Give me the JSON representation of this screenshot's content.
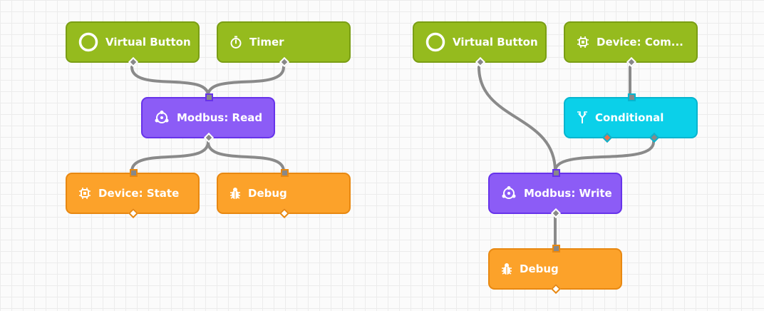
{
  "flow_left": {
    "virtual_button": "Virtual Button",
    "timer": "Timer",
    "modbus_read": "Modbus: Read",
    "device_state": "Device: State",
    "debug": "Debug"
  },
  "flow_right": {
    "virtual_button": "Virtual Button",
    "device_command": "Device: Com...",
    "conditional": "Conditional",
    "modbus_write": "Modbus: Write",
    "debug": "Debug"
  },
  "colors": {
    "trigger": "#95bb1e",
    "logic": "#8c5cf6",
    "output": "#fca22a",
    "conditional": "#0bd0e9",
    "wire": "#8a8a8a"
  },
  "icons": {
    "virtual_button": "circle-icon",
    "timer": "stopwatch-icon",
    "modbus": "network-icon",
    "device_state": "chip-icon",
    "device_command": "chip-icon",
    "debug": "bug-icon",
    "conditional": "split-icon"
  }
}
